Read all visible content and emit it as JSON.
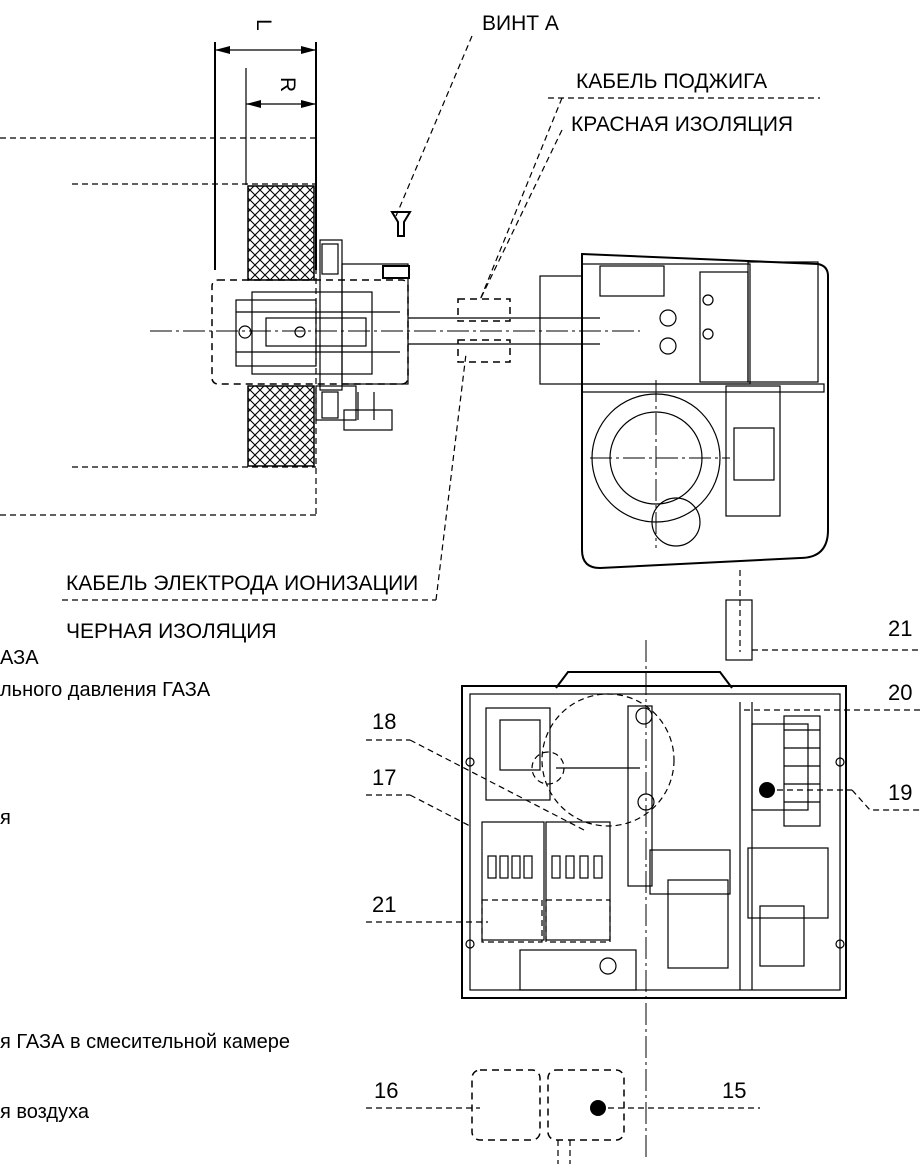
{
  "top_view": {
    "dim_L": "L",
    "dim_R": "R",
    "screw_label": "ВИНТ А",
    "ignition_cable": "КАБЕЛЬ ПОДЖИГА",
    "red_insulation": "КРАСНАЯ ИЗОЛЯЦИЯ",
    "ionization_cable": "КАБЕЛЬ ЭЛЕКТРОДА ИОНИЗАЦИИ",
    "black_insulation": "ЧЕРНАЯ ИЗОЛЯЦИЯ",
    "callout_21_top": "21"
  },
  "legend_fragments": [
    "АЗА",
    "льного давления ГАЗА",
    "я",
    "я ГАЗА в смесительной камере",
    "я воздуха"
  ],
  "callouts": {
    "c18": "18",
    "c17": "17",
    "c21": "21",
    "c20": "20",
    "c19": "19",
    "c16": "16",
    "c15": "15"
  }
}
